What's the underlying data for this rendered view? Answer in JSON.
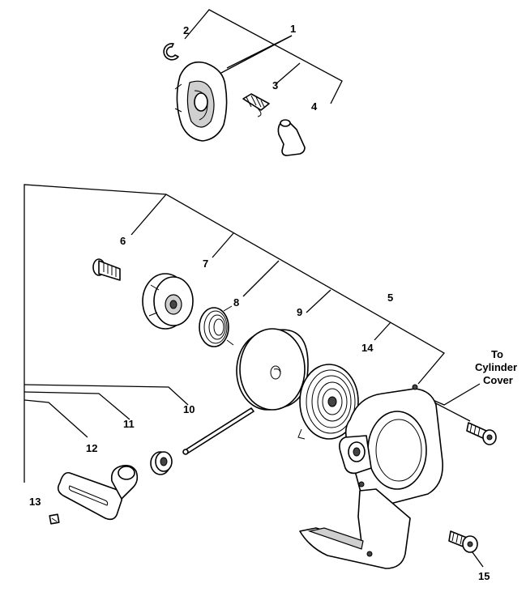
{
  "callouts": {
    "c1": "1",
    "c2": "2",
    "c3": "3",
    "c4": "4",
    "c5": "5",
    "c6": "6",
    "c7": "7",
    "c8": "8",
    "c9": "9",
    "c10": "10",
    "c11": "11",
    "c12": "12",
    "c13": "13",
    "c14": "14",
    "c15": "15"
  },
  "note": {
    "line1": "To",
    "line2": "Cylinder",
    "line3": "Cover"
  }
}
